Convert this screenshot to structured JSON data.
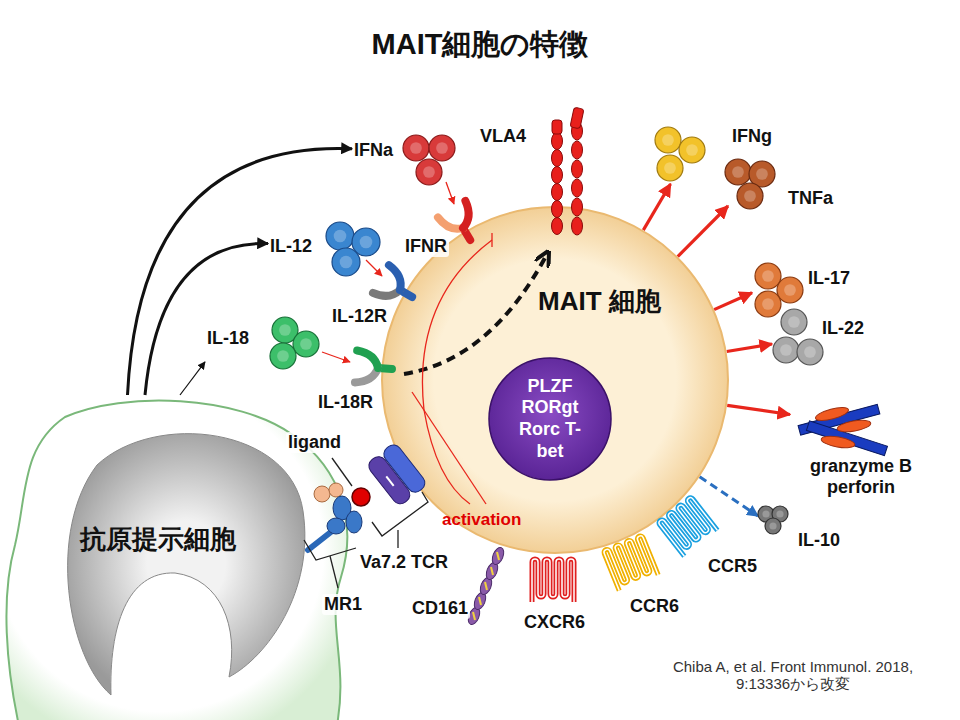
{
  "diagram": {
    "title": "MAIT細胞の特徴",
    "caption": "Chiba A, et al. Front Immunol. 2018, 9:13336から改変",
    "nodes": [
      {
        "text": [
          "MAIT 細胞"
        ]
      },
      {
        "text": [
          "PLZF RORgt Rorc T-bet"
        ],
        "in": 0
      },
      {
        "text": [
          "抗原提示細胞"
        ]
      },
      {
        "text": [
          "IFNa"
        ]
      },
      {
        "text": [
          "IL-12"
        ]
      },
      {
        "text": [
          "IL-18"
        ]
      },
      {
        "text": [
          "IFNg"
        ]
      },
      {
        "text": [
          "TNFa"
        ]
      },
      {
        "text": [
          "IL-17"
        ]
      },
      {
        "text": [
          "IL-22"
        ]
      },
      {
        "text": [
          "granzyme B perforin"
        ]
      },
      {
        "text": [
          "IL-10"
        ]
      }
    ],
    "edges": [
      {
        "from": 2,
        "to": 3,
        "arrow": "to"
      },
      {
        "from": 2,
        "to": 4,
        "arrow": "to"
      },
      {
        "from": 2,
        "to": 5,
        "arrow": "to"
      },
      {
        "from": 0,
        "to": 6,
        "arrow": "to"
      },
      {
        "from": 0,
        "to": 7,
        "arrow": "to"
      },
      {
        "from": 0,
        "to": 8,
        "arrow": "to"
      },
      {
        "from": 0,
        "to": 9,
        "arrow": "to"
      },
      {
        "from": 0,
        "to": 10,
        "arrow": "to"
      },
      {
        "from": 0,
        "to": 11,
        "arrow": "to"
      }
    ],
    "labels": [
      "VLA4",
      "IFNR",
      "IL-12R",
      "IL-18R",
      "ligand",
      "activation",
      "Va7.2 TCR",
      "MR1",
      "CD161",
      "CXCR6",
      "CCR6",
      "CCR5"
    ]
  }
}
